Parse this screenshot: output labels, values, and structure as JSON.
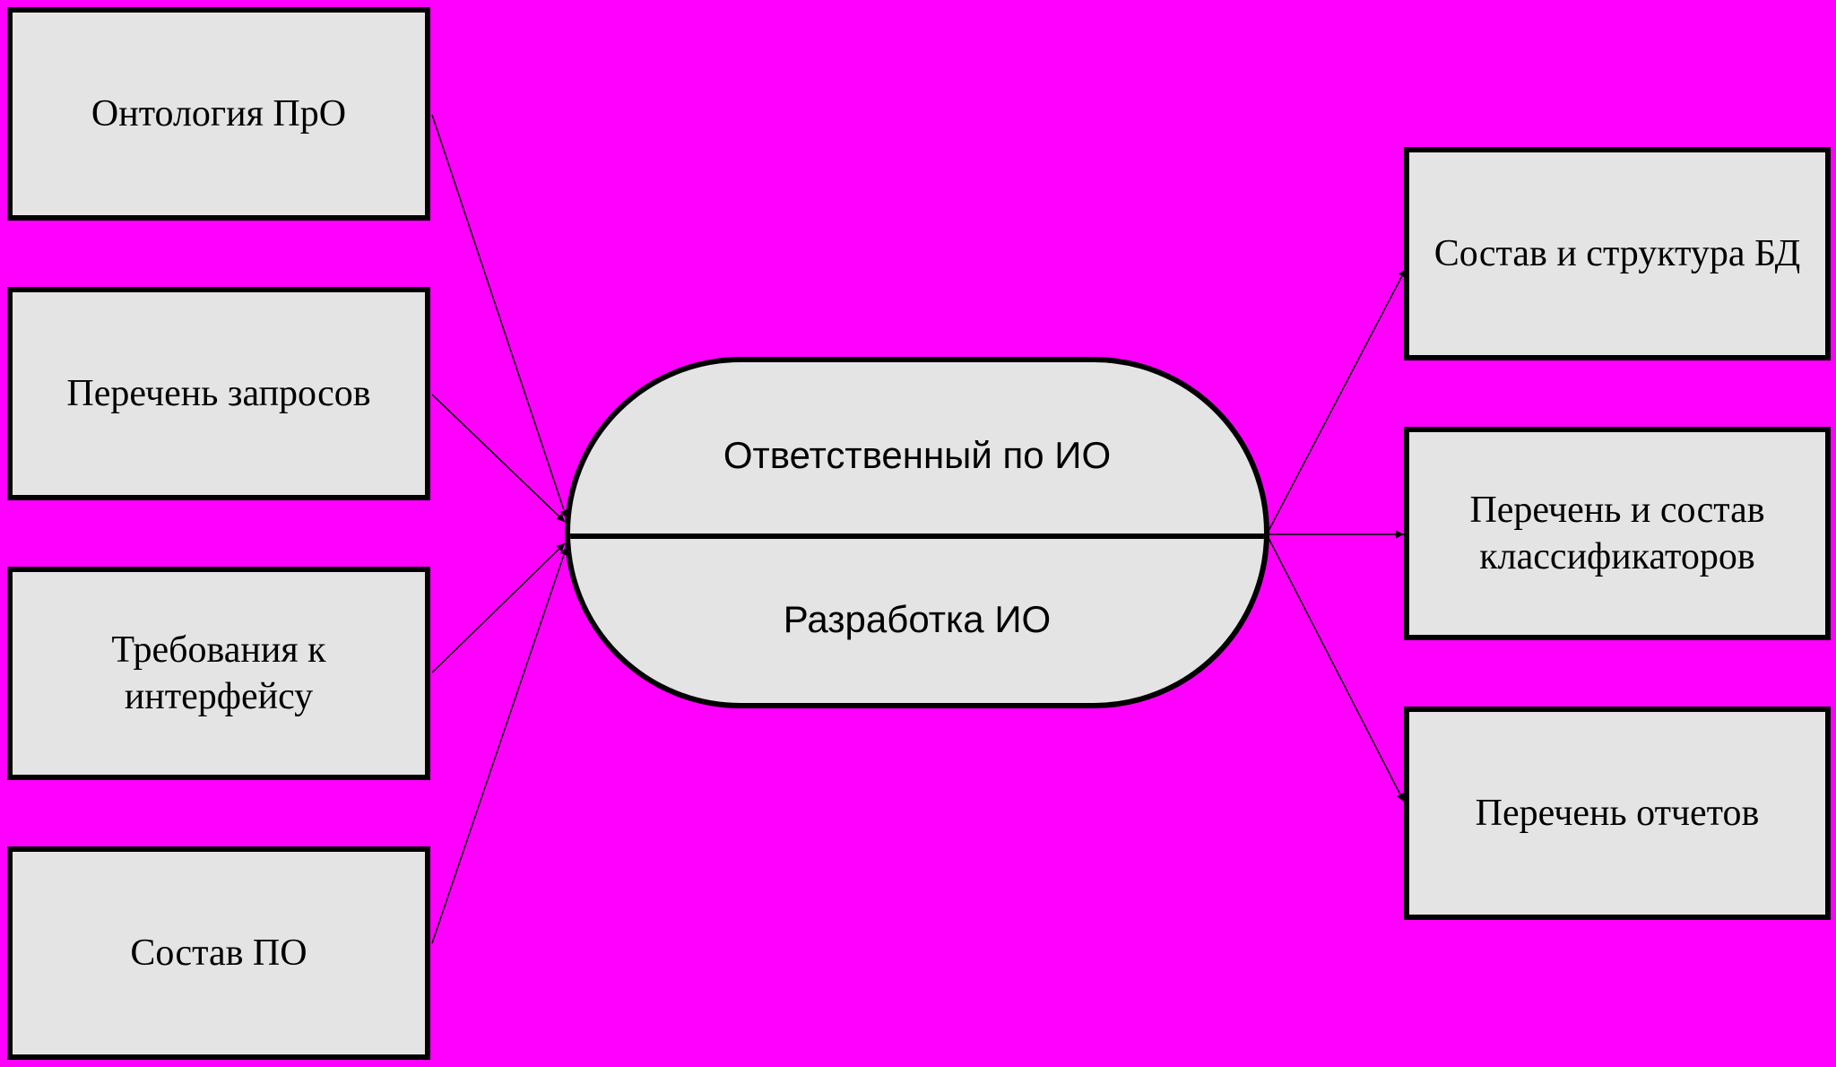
{
  "colors": {
    "background": "#ff00ff",
    "box_fill": "#e4e4e4",
    "border": "#000000"
  },
  "inputs": [
    {
      "label": "Онтология ПрО"
    },
    {
      "label": "Перечень запросов"
    },
    {
      "label": "Требования к интерфейсу"
    },
    {
      "label": "Состав ПО"
    }
  ],
  "process": {
    "role": "Ответственный по ИО",
    "name": "Разработка ИО"
  },
  "outputs": [
    {
      "label": "Состав и структура БД"
    },
    {
      "label": "Перечень и состав классификаторов"
    },
    {
      "label": "Перечень отчетов"
    }
  ]
}
